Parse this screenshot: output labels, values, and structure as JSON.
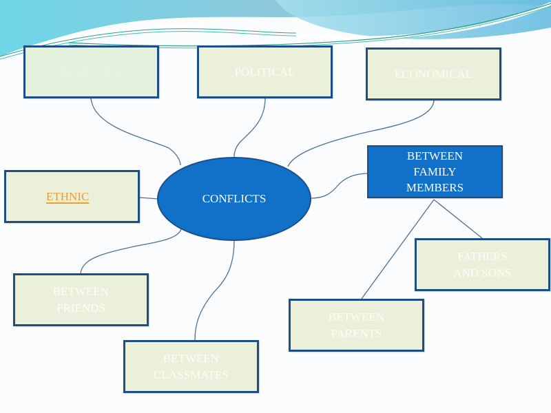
{
  "diagram": {
    "title": "CONFLICTS",
    "center": {
      "label": "CONFLICTS",
      "fill": "#1170c8"
    },
    "nodes": {
      "religious": {
        "lines": [
          "RELIGIOUS"
        ]
      },
      "political": {
        "lines": [
          "POLITICAL"
        ]
      },
      "economical": {
        "lines": [
          "ECONOMICAL"
        ]
      },
      "ethnic": {
        "lines": [
          "ETHNIC"
        ],
        "link": true,
        "link_color": "#f29b2e"
      },
      "family": {
        "lines": [
          "BETWEEN",
          "FAMILY",
          "MEMBERS"
        ]
      },
      "friends": {
        "lines": [
          "BETWEEN",
          "FRIENDS"
        ]
      },
      "classmates": {
        "lines": [
          "BETWEEN",
          "CLASSMATES"
        ]
      },
      "parents": {
        "lines": [
          "BETWEEN",
          "PARENTS"
        ]
      },
      "fathers": {
        "lines": [
          "FATHERS",
          "AND SONS"
        ]
      }
    },
    "edges": [
      {
        "from": "CONFLICTS",
        "to": "RELIGIOUS"
      },
      {
        "from": "CONFLICTS",
        "to": "POLITICAL"
      },
      {
        "from": "CONFLICTS",
        "to": "ECONOMICAL"
      },
      {
        "from": "CONFLICTS",
        "to": "ETHNIC"
      },
      {
        "from": "CONFLICTS",
        "to": "BETWEEN FAMILY MEMBERS"
      },
      {
        "from": "CONFLICTS",
        "to": "BETWEEN FRIENDS"
      },
      {
        "from": "CONFLICTS",
        "to": "BETWEEN CLASSMATES"
      },
      {
        "from": "BETWEEN FAMILY MEMBERS",
        "to": "BETWEEN PARENTS"
      },
      {
        "from": "BETWEEN FAMILY MEMBERS",
        "to": "FATHERS AND SONS"
      }
    ],
    "colors": {
      "box_fill": "#ebf0da",
      "box_border": "#1f4e84",
      "accent_fill": "#1170c8",
      "connector": "#4a6f9c"
    }
  }
}
